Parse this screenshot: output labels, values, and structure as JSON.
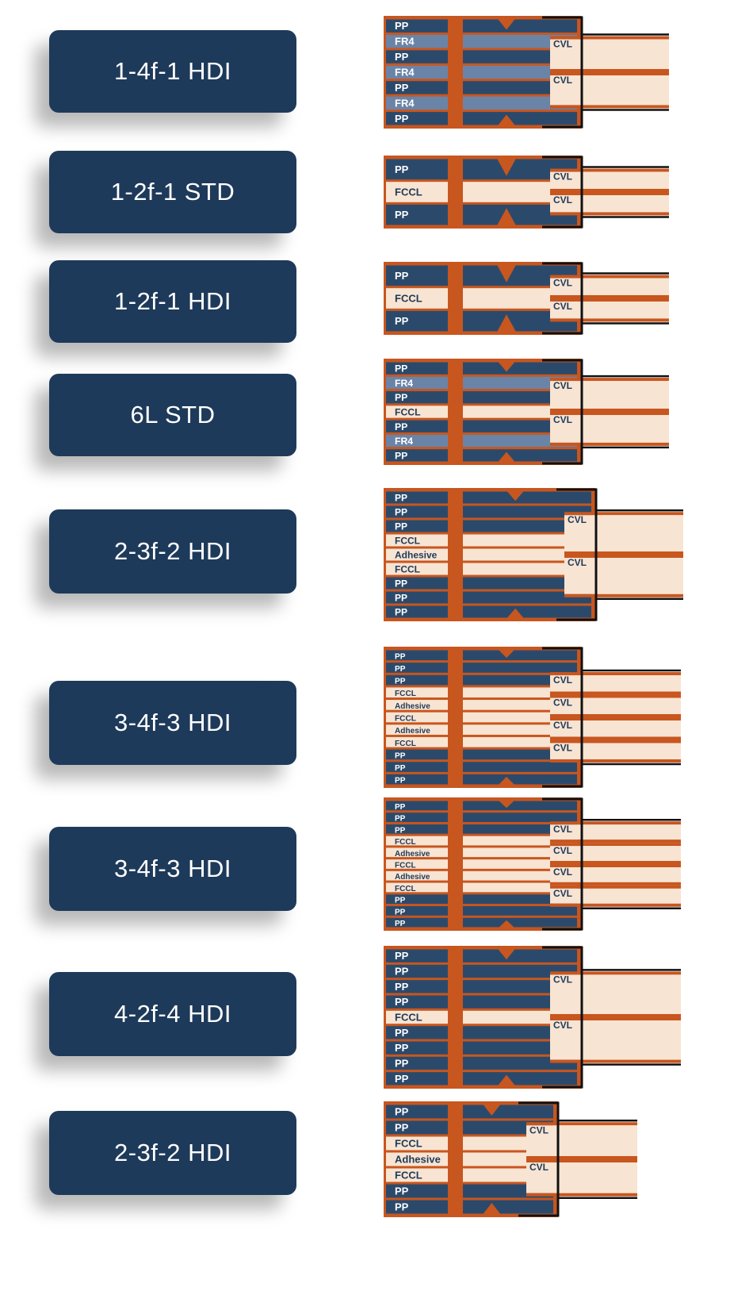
{
  "colors": {
    "navy": "#2b4a6b",
    "copper": "#c8561f",
    "cream": "#f8e4d2",
    "blue_light": "#6a84a8",
    "label_bg": "#1e3a5a",
    "cover": "#111111"
  },
  "stackups": [
    {
      "label": "1-4f-1 HDI",
      "layers": [
        {
          "name": "PP",
          "kind": "pp"
        },
        {
          "name": "FR4",
          "kind": "core"
        },
        {
          "name": "PP",
          "kind": "pp"
        },
        {
          "name": "FR4",
          "kind": "core"
        },
        {
          "name": "PP",
          "kind": "pp"
        },
        {
          "name": "FR4",
          "kind": "core"
        },
        {
          "name": "PP",
          "kind": "pp"
        }
      ],
      "cvl": [
        "CVL",
        "CVL"
      ]
    },
    {
      "label": "1-2f-1 STD",
      "layers": [
        {
          "name": "PP",
          "kind": "pp"
        },
        {
          "name": "FCCL",
          "kind": "fccl"
        },
        {
          "name": "PP",
          "kind": "pp"
        }
      ],
      "cvl": [
        "CVL",
        "CVL"
      ]
    },
    {
      "label": "1-2f-1 HDI",
      "layers": [
        {
          "name": "PP",
          "kind": "pp"
        },
        {
          "name": "FCCL",
          "kind": "fccl"
        },
        {
          "name": "PP",
          "kind": "pp"
        }
      ],
      "cvl": [
        "CVL",
        "CVL"
      ]
    },
    {
      "label": "6L STD",
      "layers": [
        {
          "name": "PP",
          "kind": "pp"
        },
        {
          "name": "FR4",
          "kind": "core"
        },
        {
          "name": "PP",
          "kind": "pp"
        },
        {
          "name": "FCCL",
          "kind": "fccl"
        },
        {
          "name": "PP",
          "kind": "pp"
        },
        {
          "name": "FR4",
          "kind": "core"
        },
        {
          "name": "PP",
          "kind": "pp"
        }
      ],
      "cvl": [
        "CVL",
        "CVL"
      ]
    },
    {
      "label": "2-3f-2 HDI",
      "layers": [
        {
          "name": "PP",
          "kind": "pp"
        },
        {
          "name": "PP",
          "kind": "pp"
        },
        {
          "name": "PP",
          "kind": "pp"
        },
        {
          "name": "FCCL",
          "kind": "fccl"
        },
        {
          "name": "Adhesive",
          "kind": "adh"
        },
        {
          "name": "FCCL",
          "kind": "fccl"
        },
        {
          "name": "PP",
          "kind": "pp"
        },
        {
          "name": "PP",
          "kind": "pp"
        },
        {
          "name": "PP",
          "kind": "pp"
        }
      ],
      "cvl": [
        "CVL",
        "CVL"
      ]
    },
    {
      "label": "3-4f-3 HDI",
      "layers": [
        {
          "name": "PP",
          "kind": "pp"
        },
        {
          "name": "PP",
          "kind": "pp"
        },
        {
          "name": "PP",
          "kind": "pp"
        },
        {
          "name": "FCCL",
          "kind": "fccl"
        },
        {
          "name": "Adhesive",
          "kind": "adh"
        },
        {
          "name": "FCCL",
          "kind": "fccl"
        },
        {
          "name": "Adhesive",
          "kind": "adh"
        },
        {
          "name": "FCCL",
          "kind": "fccl"
        },
        {
          "name": "PP",
          "kind": "pp"
        },
        {
          "name": "PP",
          "kind": "pp"
        },
        {
          "name": "PP",
          "kind": "pp"
        }
      ],
      "cvl": [
        "CVL",
        "CVL",
        "CVL",
        "CVL"
      ]
    },
    {
      "label": "3-4f-3 HDI",
      "layers": [
        {
          "name": "PP",
          "kind": "pp"
        },
        {
          "name": "PP",
          "kind": "pp"
        },
        {
          "name": "PP",
          "kind": "pp"
        },
        {
          "name": "FCCL",
          "kind": "fccl"
        },
        {
          "name": "Adhesive",
          "kind": "adh"
        },
        {
          "name": "FCCL",
          "kind": "fccl"
        },
        {
          "name": "Adhesive",
          "kind": "adh"
        },
        {
          "name": "FCCL",
          "kind": "fccl"
        },
        {
          "name": "PP",
          "kind": "pp"
        },
        {
          "name": "PP",
          "kind": "pp"
        },
        {
          "name": "PP",
          "kind": "pp"
        }
      ],
      "cvl": [
        "CVL",
        "CVL",
        "CVL",
        "CVL"
      ]
    },
    {
      "label": "4-2f-4 HDI",
      "layers": [
        {
          "name": "PP",
          "kind": "pp"
        },
        {
          "name": "PP",
          "kind": "pp"
        },
        {
          "name": "PP",
          "kind": "pp"
        },
        {
          "name": "PP",
          "kind": "pp"
        },
        {
          "name": "FCCL",
          "kind": "fccl"
        },
        {
          "name": "PP",
          "kind": "pp"
        },
        {
          "name": "PP",
          "kind": "pp"
        },
        {
          "name": "PP",
          "kind": "pp"
        },
        {
          "name": "PP",
          "kind": "pp"
        }
      ],
      "cvl": [
        "CVL",
        "CVL"
      ]
    },
    {
      "label": "2-3f-2 HDI",
      "layers": [
        {
          "name": "PP",
          "kind": "pp"
        },
        {
          "name": "PP",
          "kind": "pp"
        },
        {
          "name": "FCCL",
          "kind": "fccl"
        },
        {
          "name": "Adhesive",
          "kind": "adh"
        },
        {
          "name": "FCCL",
          "kind": "fccl"
        },
        {
          "name": "PP",
          "kind": "pp"
        },
        {
          "name": "PP",
          "kind": "pp"
        }
      ],
      "cvl": [
        "CVL",
        "CVL"
      ]
    }
  ]
}
